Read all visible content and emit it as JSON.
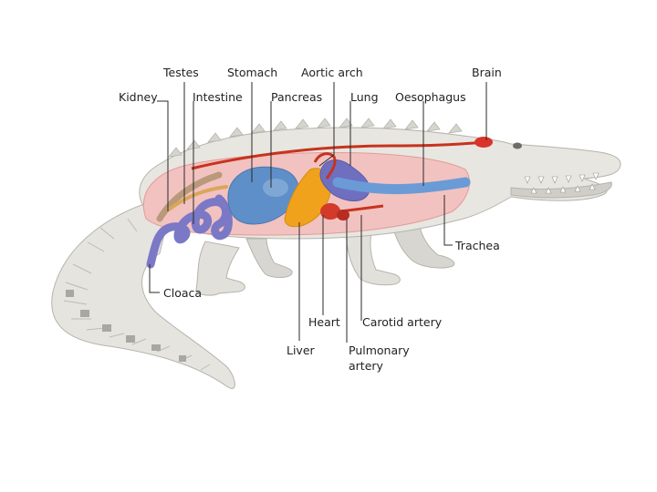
{
  "figure": {
    "labels": {
      "testes": "Testes",
      "stomach": "Stomach",
      "aortic_arch": "Aortic arch",
      "brain": "Brain",
      "kidney": "Kidney",
      "intestine": "Intestine",
      "pancreas": "Pancreas",
      "lung": "Lung",
      "oesophagus": "Oesophagus",
      "trachea": "Trachea",
      "cloaca": "Cloaca",
      "heart": "Heart",
      "carotid_artery": "Carotid artery",
      "liver": "Liver",
      "pulmonary_artery_line1": "Pulmonary",
      "pulmonary_artery_line2": "artery"
    },
    "colors": {
      "skin": "#e8e6e0",
      "skin_shade": "#cfcdc6",
      "scale_dark": "#a9a7a1",
      "body_cavity": "#f2c2c0",
      "stomach": "#5f8fc8",
      "liver": "#f0a21c",
      "intestine": "#7b78c6",
      "lung": "#6f6fc0",
      "oesophagus": "#6a9bd6",
      "artery": "#c7331e",
      "brain": "#d9342a",
      "heart": "#d23a2a"
    }
  }
}
